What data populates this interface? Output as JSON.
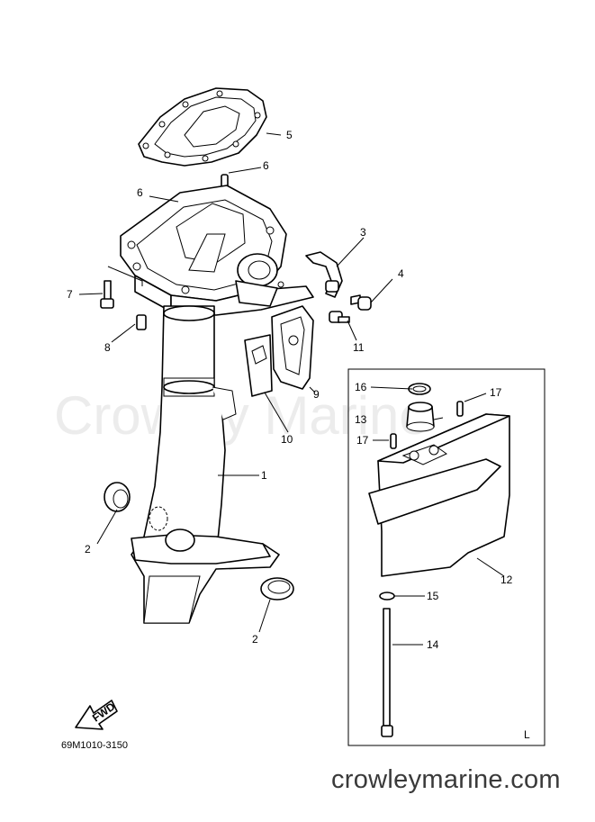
{
  "watermark": "Crowley Marine",
  "site_url": "crowleymarine.com",
  "diagram_code": "69M1010-3150",
  "inset_letter": "L",
  "fwd_label": "FWD",
  "callouts": {
    "c1": "1",
    "c2a": "2",
    "c2b": "2",
    "c3": "3",
    "c4": "4",
    "c5": "5",
    "c6a": "6",
    "c6b": "6",
    "c7": "7",
    "c8": "8",
    "c9": "9",
    "c10": "10",
    "c11": "11",
    "c12": "12",
    "c13": "13",
    "c14": "14",
    "c15": "15",
    "c16": "16",
    "c17a": "17",
    "c17b": "17"
  }
}
